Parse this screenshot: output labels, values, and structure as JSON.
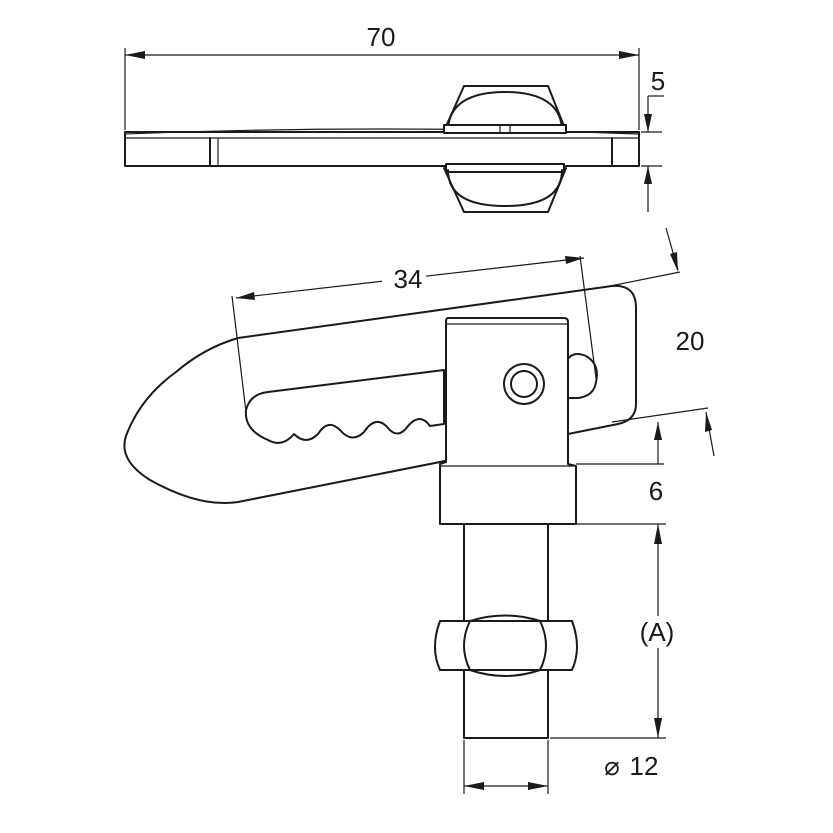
{
  "dimensions": {
    "overall_length": "70",
    "plate_thickness": "5",
    "slot_length": "34",
    "plate_width": "20",
    "body_offset": "6",
    "thread_length": "(A)",
    "diameter_symbol": "⌀",
    "diameter_value": "12"
  }
}
